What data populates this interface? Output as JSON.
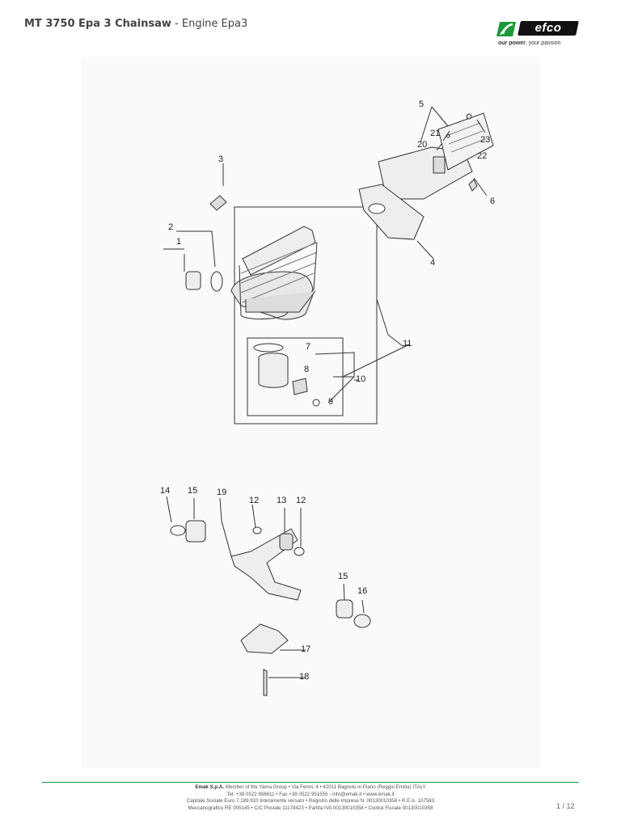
{
  "header": {
    "title_bold": "MT 3750 Epa 3 Chainsaw",
    "title_rest": " - Engine Epa3"
  },
  "logo": {
    "wordmark": "efco",
    "tagline_bold": "our power",
    "tagline_rest": ", your passion"
  },
  "diagram": {
    "callouts": [
      "1",
      "2",
      "3",
      "4",
      "5",
      "6",
      "7",
      "8",
      "9",
      "10",
      "11",
      "12",
      "12",
      "13",
      "14",
      "15",
      "15",
      "16",
      "17",
      "18",
      "19",
      "20",
      "21",
      "22",
      "23"
    ]
  },
  "footer": {
    "company": "Emak S.p.A.",
    "line1_rest": " Member of the Yama Group • Via Fermi, 4 • 42011 Bagnolo in Piano (Reggio Emilia) ITALY",
    "line2": "Tel. +39 0522 956611 • Fax +39 0522 951555 - info@emak.it • www.emak.it",
    "line3": "Capitale Sociale Euro 7.189.910 Interamente versato • Registro delle Imprese N. 00130010358 • R.E.A. 107563",
    "line4": "Meccanografico RE 005145 • C/C Postale 11178423 • Partita IVA 00130010358 • Codice Fiscale 00130010358"
  },
  "page": {
    "number": "1 / 12"
  },
  "colors": {
    "footer_rule": "#1a9a3a",
    "text": "#444444"
  }
}
